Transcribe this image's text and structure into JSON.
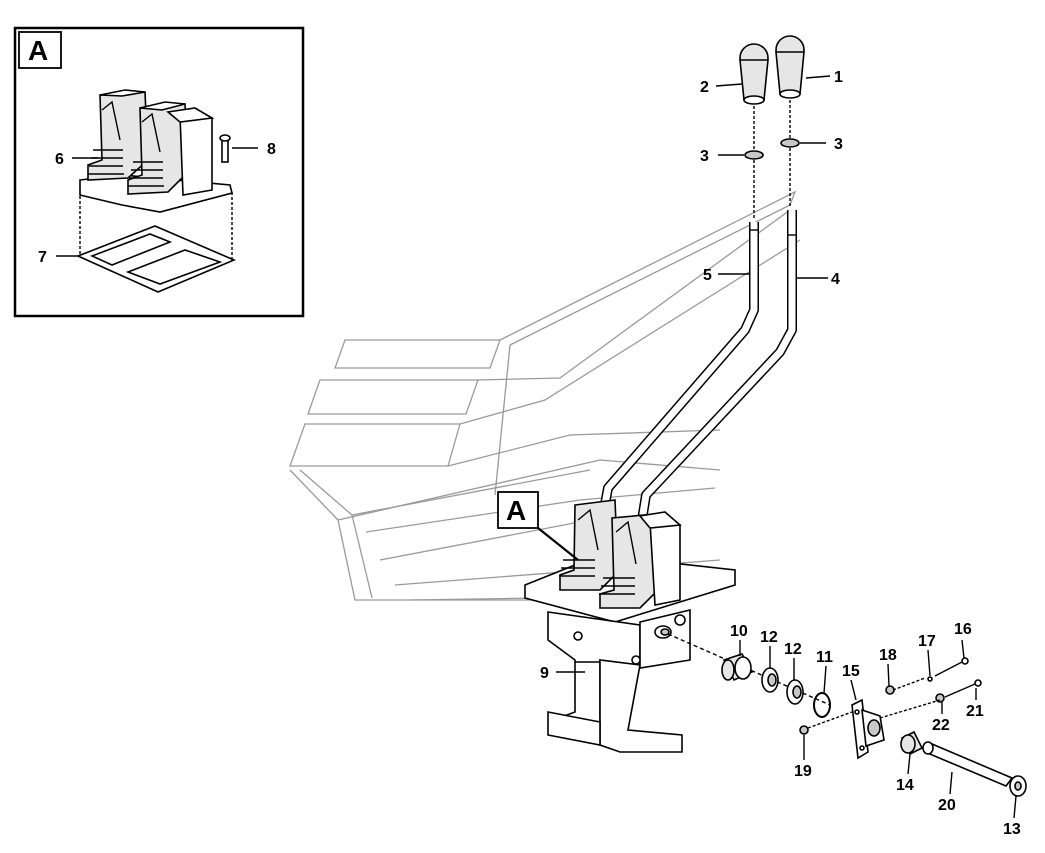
{
  "inset": {
    "label": "A"
  },
  "callout": {
    "label": "A"
  },
  "parts": [
    {
      "number": "1"
    },
    {
      "number": "2"
    },
    {
      "number": "3"
    },
    {
      "number": "3"
    },
    {
      "number": "4"
    },
    {
      "number": "5"
    },
    {
      "number": "6"
    },
    {
      "number": "7"
    },
    {
      "number": "8"
    },
    {
      "number": "9"
    },
    {
      "number": "10"
    },
    {
      "number": "11"
    },
    {
      "number": "12"
    },
    {
      "number": "12"
    },
    {
      "number": "13"
    },
    {
      "number": "14"
    },
    {
      "number": "15"
    },
    {
      "number": "16"
    },
    {
      "number": "17"
    },
    {
      "number": "18"
    },
    {
      "number": "19"
    },
    {
      "number": "20"
    },
    {
      "number": "21"
    },
    {
      "number": "22"
    }
  ]
}
